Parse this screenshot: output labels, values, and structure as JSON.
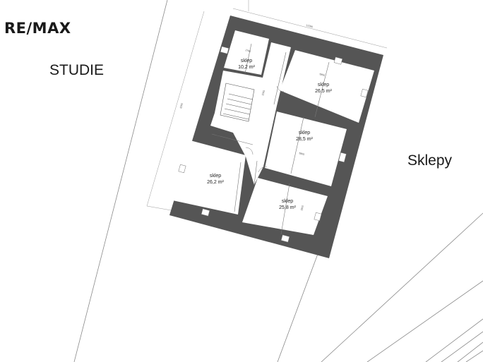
{
  "brand": {
    "logo_text": "RE/MAX"
  },
  "labels": {
    "left_title": "STUDIE",
    "right_title": "Sklepy"
  },
  "rooms": [
    {
      "name": "sklep",
      "area": "10,2 m²"
    },
    {
      "name": "sklep",
      "area": "26,5 m²"
    },
    {
      "name": "sklep",
      "area": "28,5 m²"
    },
    {
      "name": "sklep",
      "area": "26,2 m²"
    },
    {
      "name": "sklep",
      "area": "25,8 m²"
    }
  ],
  "dimensions": [
    "12280",
    "8260",
    "2760",
    "5850",
    "5805",
    "4580",
    "2065",
    "2800"
  ],
  "colors": {
    "wall": "#555555",
    "line": "#777777",
    "background": "#ffffff"
  }
}
